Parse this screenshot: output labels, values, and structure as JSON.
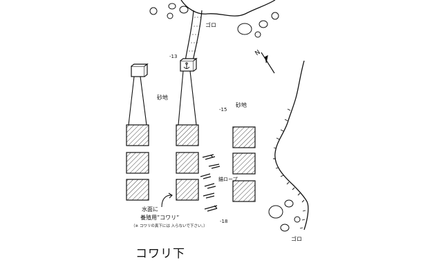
{
  "title": "コワリ下",
  "labels": {
    "goro_top": "ゴロ",
    "goro_bottom": "ゴロ",
    "depth_13": "-13",
    "depth_15": "-15",
    "depth_18": "-18",
    "sand_left": "砂地",
    "sand_right": "砂地",
    "anchor_rope": "錨ロープ",
    "note_line1": "水面に",
    "note_line2": "養殖用”コワリ”",
    "note_line3": "（※ コワリの真下には 入らないで下さい。）",
    "north": "N"
  },
  "icons": [
    "anchor-icon",
    "north-arrow-icon",
    "rock-icon",
    "buoy-icon",
    "fish-icon"
  ],
  "colors": {
    "ink": "#111111",
    "hatch": "#444444",
    "background": "#ffffff"
  }
}
